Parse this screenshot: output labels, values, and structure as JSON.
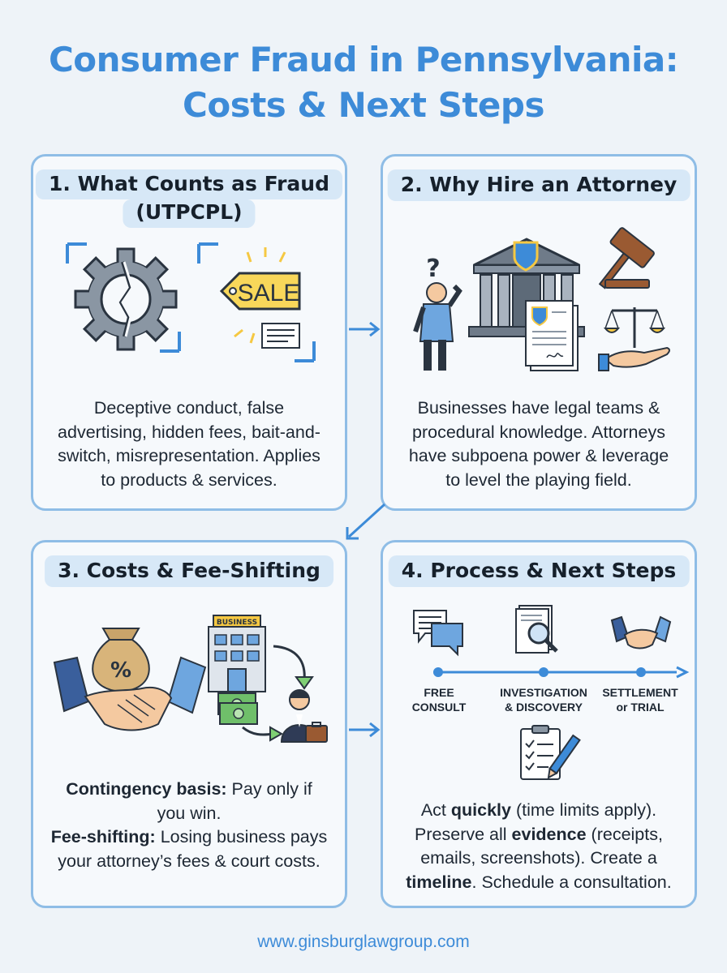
{
  "title": {
    "line1": "Consumer Fraud in Pennsylvania:",
    "line2": "Costs & Next Steps"
  },
  "panels": [
    {
      "heading_line1": "1. What Counts as Fraud",
      "heading_line2": "(UTPCPL)",
      "sale_sign": "SALE",
      "body": "Deceptive conduct, false advertising, hidden fees, bait-and-switch, misrepresentation. Applies to products & services."
    },
    {
      "heading": "2. Why Hire an Attorney",
      "body": "Businesses have legal teams & procedural knowledge. Attorneys have subpoena power & leverage to level the playing field."
    },
    {
      "heading": "3. Costs & Fee-Shifting",
      "business_sign": "BUSINESS",
      "bag_symbol": "%",
      "body_parts": {
        "b1": "Contingency basis:",
        "t1": " Pay only if you win.",
        "b2": "Fee-shifting:",
        "t2": " Losing business pays your attorney’s fees & court costs."
      }
    },
    {
      "heading": "4. Process & Next Steps",
      "steps": [
        {
          "line1": "FREE",
          "line2": "CONSULT"
        },
        {
          "line1": "INVESTIGATION",
          "line2": "& DISCOVERY"
        },
        {
          "line1": "SETTLEMENT",
          "line2": "or TRIAL"
        }
      ],
      "body_parts": {
        "t1": "Act ",
        "b1": "quickly",
        "t2": " (time limits apply). Preserve all ",
        "b2": "evidence",
        "t3": " (receipts, emails, screenshots). Create a ",
        "b3": "timeline",
        "t4": ". Schedule a consultation."
      }
    }
  ],
  "footer": "www.ginsburglawgroup.com",
  "colors": {
    "title_blue": "#3d8bd8",
    "panel_border": "#8fbde6",
    "tag_bg": "#d7e8f7",
    "accent_yellow": "#f5c842"
  }
}
